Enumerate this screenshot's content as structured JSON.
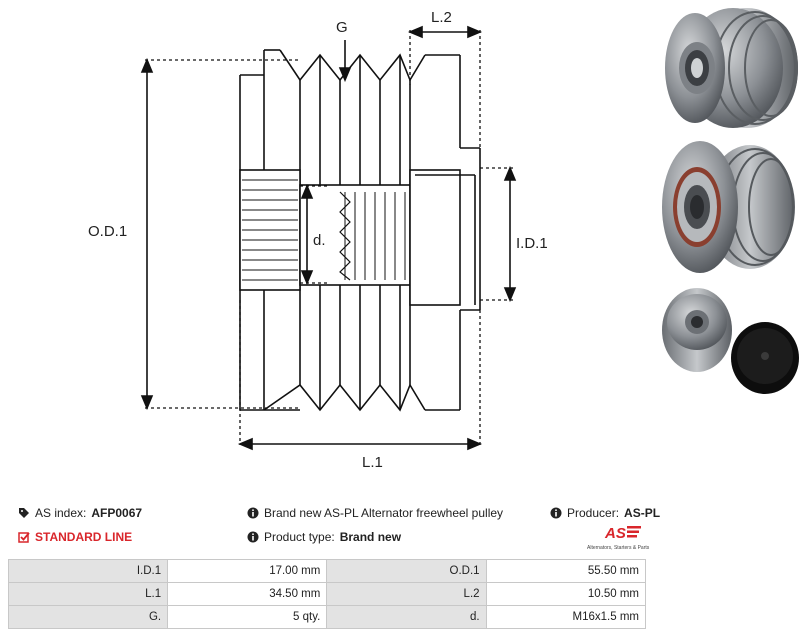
{
  "drawing": {
    "labels": {
      "g": "G",
      "l2": "L.2",
      "od1": "O.D.1",
      "d": "d.",
      "id1": "I.D.1",
      "l1": "L.1"
    }
  },
  "photos": {
    "icons": [
      "pulley-photo-front",
      "pulley-photo-rear",
      "pulley-photo-with-cap"
    ]
  },
  "info": {
    "as_index_label": "AS index:",
    "as_index_value": "AFP0067",
    "standard_line": "STANDARD LINE",
    "description": "Brand new AS-PL Alternator freewheel pulley",
    "product_type_label": "Product type:",
    "product_type_value": "Brand new",
    "producer_label": "Producer:",
    "producer_value": "AS-PL"
  },
  "logo": {
    "mark": "AS",
    "tagline": "Alternators, Starters & Parts",
    "color": "#d9262b"
  },
  "specs": {
    "rows": [
      {
        "k1": "I.D.1",
        "v1": "17.00 mm",
        "k2": "O.D.1",
        "v2": "55.50 mm"
      },
      {
        "k1": "L.1",
        "v1": "34.50 mm",
        "k2": "L.2",
        "v2": "10.50 mm"
      },
      {
        "k1": "G.",
        "v1": "5 qty.",
        "k2": "d.",
        "v2": "M16x1.5 mm"
      }
    ]
  }
}
